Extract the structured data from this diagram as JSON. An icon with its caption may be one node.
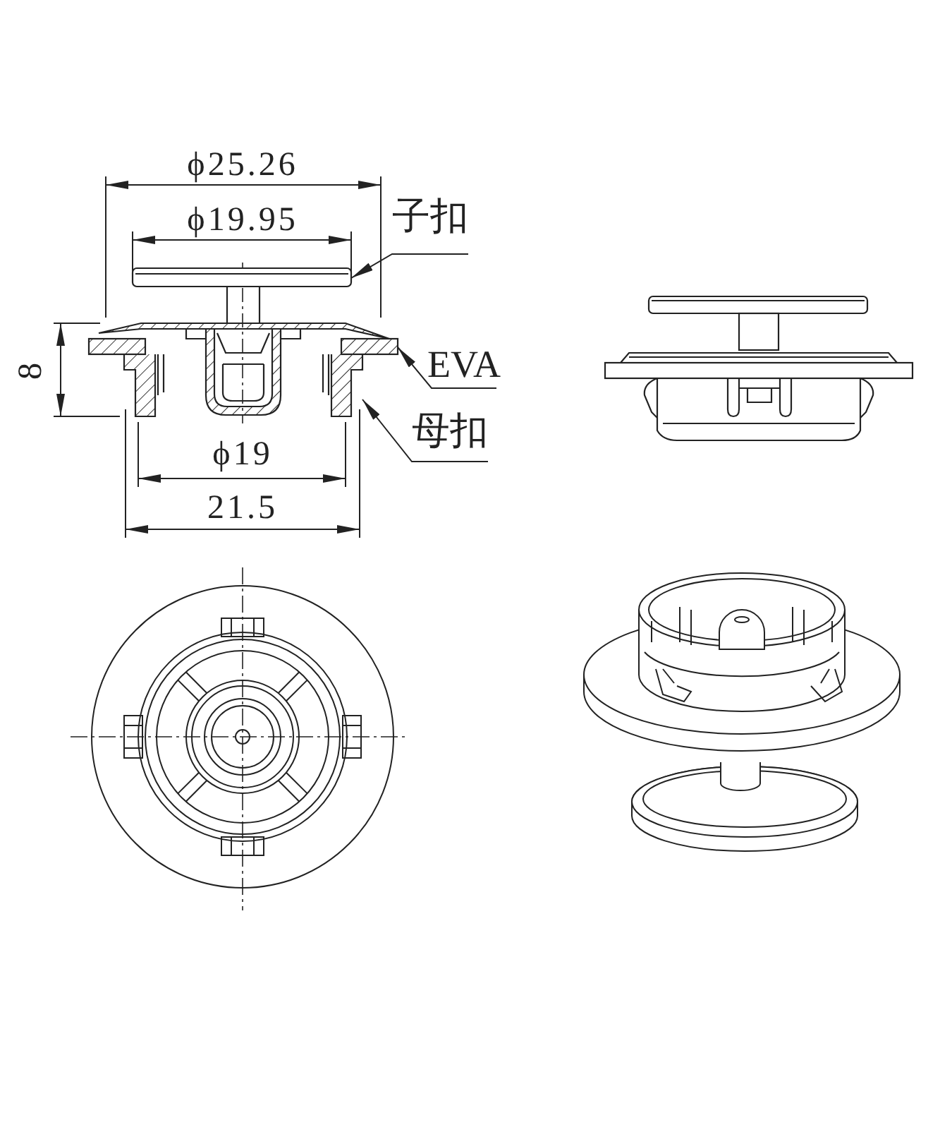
{
  "diagram": {
    "nodes": [
      {
        "text": [
          "子扣"
        ]
      },
      {
        "text": [
          "EVA"
        ]
      },
      {
        "text": [
          "母扣"
        ]
      },
      {
        "text": [],
        "shape": "picture"
      },
      {
        "text": [],
        "shape": "picture"
      },
      {
        "text": [],
        "shape": "picture"
      }
    ],
    "edges": [
      {
        "from": 0,
        "to": 3,
        "arrow": "to"
      },
      {
        "from": 1,
        "to": 4,
        "arrow": "to"
      },
      {
        "from": 2,
        "to": 5,
        "arrow": "to"
      }
    ],
    "labels": [
      "ϕ25.26",
      "ϕ19.95",
      "8",
      "ϕ19",
      "21.5"
    ]
  }
}
